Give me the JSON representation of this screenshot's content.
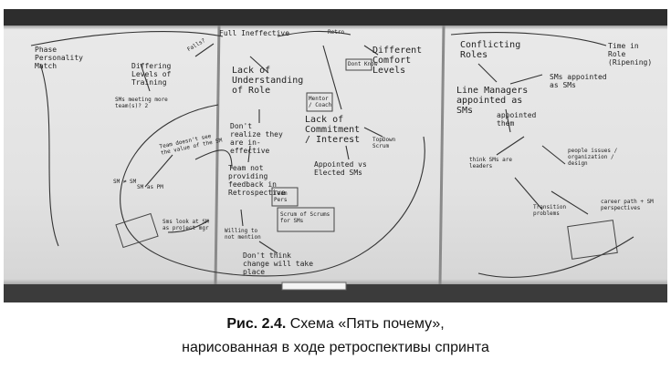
{
  "whiteboard": {
    "n_top": "Full Ineffective",
    "n_retro": "Retro",
    "n_phase": "Phase Personality Match",
    "n_fall": "Falls?",
    "n_diff_levels": "Differing Levels of Training",
    "n_sms_meet": "SMs meeting more team(s)? 2",
    "n_lack_role": "Lack of Understanding of Role",
    "n_lack_commit": "Lack of Commitment / Interest",
    "n_diff_comfort": "Different Comfort Levels",
    "n_conflict": "Conflicting Roles",
    "n_time": "Time in Role (Ripening)",
    "n_line_mgr": "Line Managers appointed as SMs",
    "n_sms_appointed": "SMs appointed as SMs",
    "n_appointed_them": "appointed them",
    "n_dont_realize": "Don't realize they are in-effective",
    "n_team_not": "Team not providing feedback in Retrospective",
    "n_topdown": "TopDown Scrum",
    "n_appointed_elected": "Appointed vs Elected SMs",
    "n_team_doesnt": "Team doesn't see the value of the SM",
    "n_sm_as": "SM as PM",
    "n_sm_sm": "SM ≠ SM",
    "n_sms_look": "Sms look at SM as project mgr",
    "n_mgmt": "Willing to not mention",
    "n_dont_think": "Don't think change will take place",
    "n_think": "think SMs are leaders",
    "n_people": "people issues / organization / design",
    "n_transition": "Transition problems",
    "n_career": "career path + SM perspectives",
    "n_boxed": "Mentor / Coach",
    "n_boxed2": "Team Pers",
    "n_boxed3": "Dont Know",
    "n_boxed4": "Scrum of Scrums for SMs"
  },
  "caption": {
    "label": "Рис. 2.4.",
    "line1": "Схема «Пять почему»,",
    "line2": "нарисованная в ходе ретроспективы спринта"
  }
}
